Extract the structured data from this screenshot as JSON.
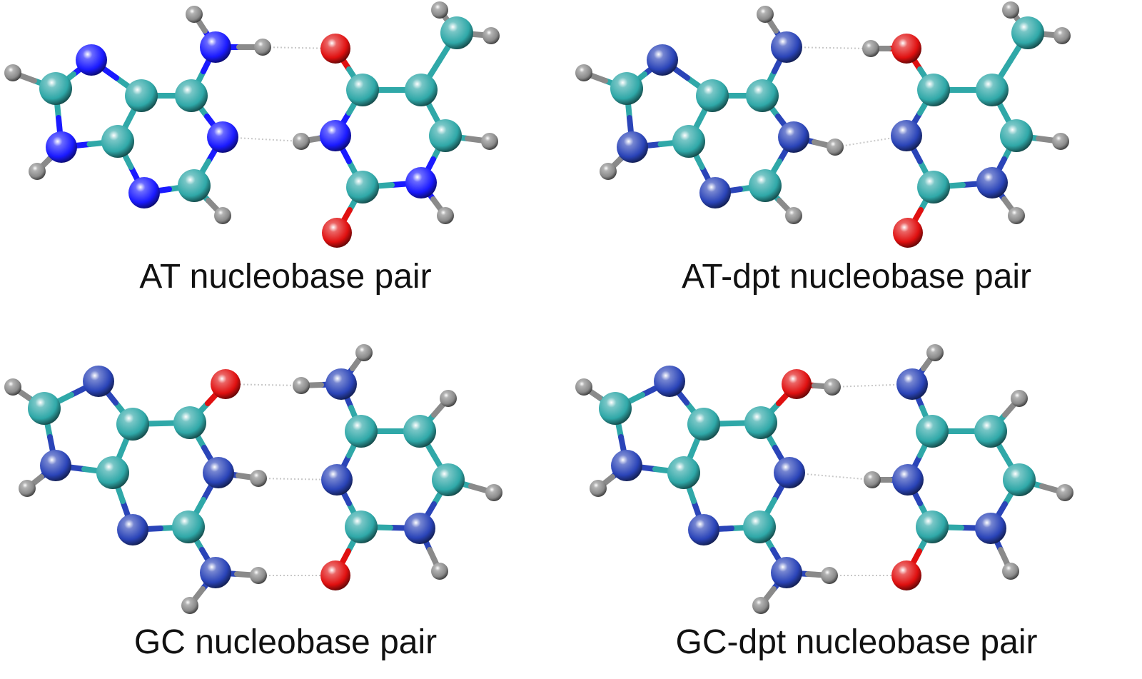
{
  "panels": [
    {
      "caption": "AT nucleobase pair",
      "variant": "AT",
      "nitrogen_color": "#1a1aff"
    },
    {
      "caption": "AT-dpt nucleobase pair",
      "variant": "AT-dpt",
      "nitrogen_color": "#2a44b8"
    },
    {
      "caption": "GC nucleobase pair",
      "variant": "GC",
      "nitrogen_color": "#2a44b8"
    },
    {
      "caption": "GC-dpt nucleobase pair",
      "variant": "GC-dpt",
      "nitrogen_color": "#2a44b8"
    }
  ],
  "colors": {
    "carbon": "#2fa8a8",
    "oxygen": "#e01010",
    "hydrogen": "#8a8a8a",
    "hbond": "#c8c8c8"
  }
}
